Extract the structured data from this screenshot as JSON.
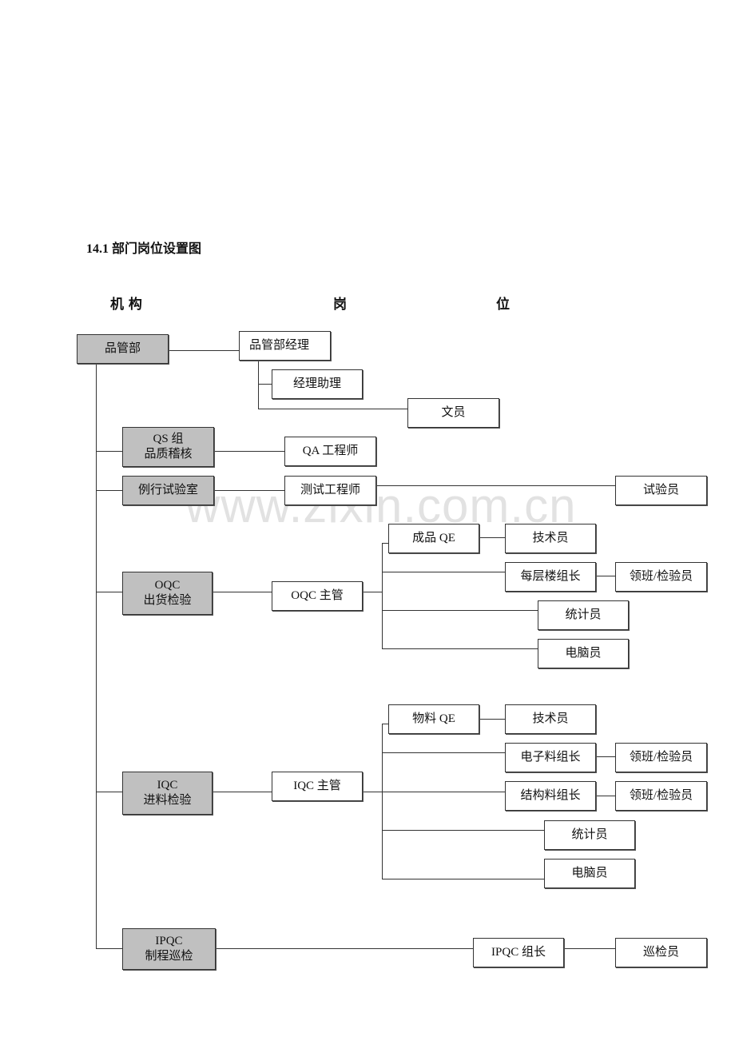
{
  "title": "14.1 部门岗位设置图",
  "headers": {
    "org": "机 构",
    "post1": "岗",
    "post2": "位"
  },
  "watermark": "www.zixin.com.cn",
  "orgs": {
    "root": "品管部",
    "qs": {
      "line1": "QS 组",
      "line2": "品质稽核"
    },
    "lab": "例行试验室",
    "oqc": {
      "line1": "OQC",
      "line2": "出货检验"
    },
    "iqc": {
      "line1": "IQC",
      "line2": "进料检验"
    },
    "ipqc": {
      "line1": "IPQC",
      "line2": "制程巡检"
    }
  },
  "posts": {
    "manager": "品管部经理",
    "assistant": "经理助理",
    "clerk": "文员",
    "qa_engineer": "QA 工程师",
    "test_engineer": "测试工程师",
    "tester": "试验员",
    "oqc_supervisor": "OQC 主管",
    "oqc_qe": "成品 QE",
    "oqc_technician": "技术员",
    "oqc_floor_leader": "每层楼组长",
    "oqc_inspector": "领班/检验员",
    "oqc_statistician": "统计员",
    "oqc_computer": "电脑员",
    "iqc_supervisor": "IQC 主管",
    "iqc_qe": "物料 QE",
    "iqc_technician": "技术员",
    "iqc_electronic_leader": "电子料组长",
    "iqc_electronic_inspector": "领班/检验员",
    "iqc_structure_leader": "结构料组长",
    "iqc_structure_inspector": "领班/检验员",
    "iqc_statistician": "统计员",
    "iqc_computer": "电脑员",
    "ipqc_leader": "IPQC 组长",
    "ipqc_patrol": "巡检员"
  }
}
